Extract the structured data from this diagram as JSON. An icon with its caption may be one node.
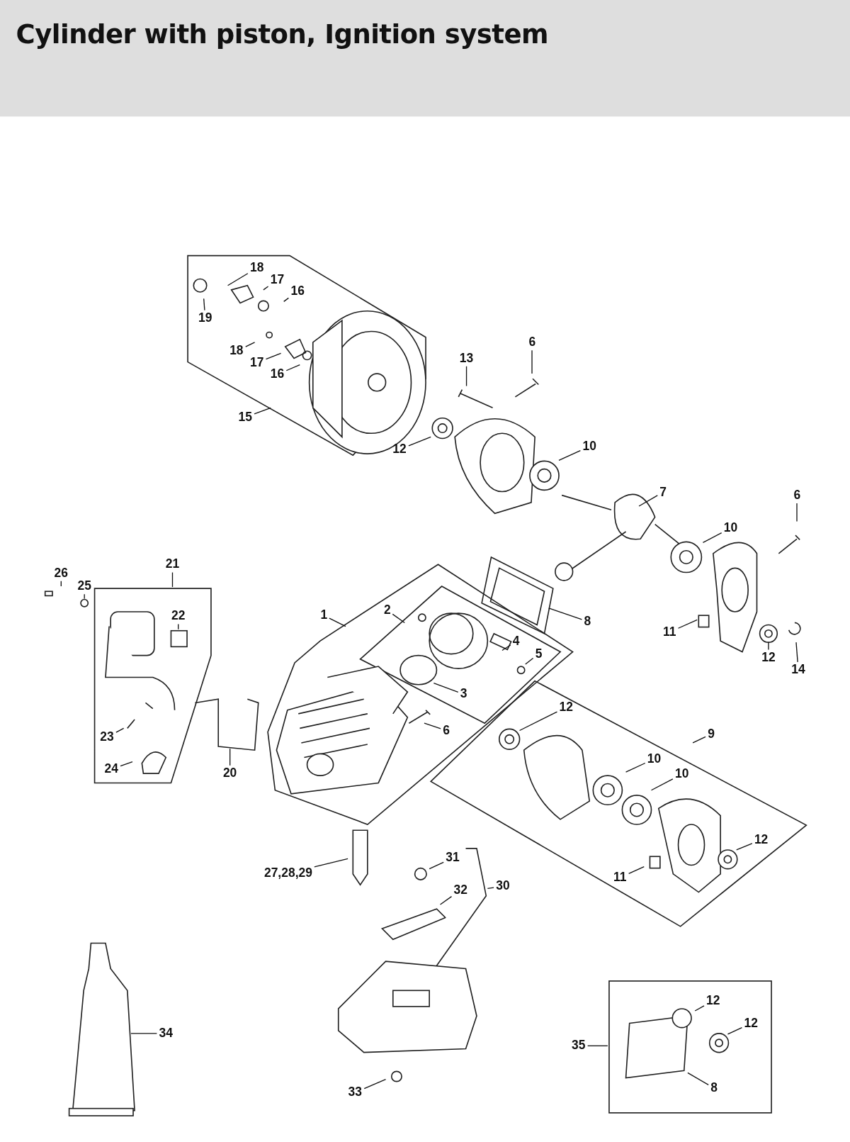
{
  "diagram": {
    "title": "Cylinder with piston, Ignition system",
    "nodes": [
      {
        "text": [
          "18"
        ]
      },
      {
        "text": [
          "17"
        ]
      },
      {
        "text": [
          "16"
        ]
      },
      {
        "text": [
          "19"
        ]
      },
      {
        "text": [
          "18"
        ]
      },
      {
        "text": [
          "17"
        ]
      },
      {
        "text": [
          "16"
        ]
      },
      {
        "text": [
          "6"
        ]
      },
      {
        "text": [
          "13"
        ]
      },
      {
        "text": [
          "15"
        ]
      },
      {
        "text": [
          "12"
        ]
      },
      {
        "text": [
          "10"
        ]
      },
      {
        "text": [
          "7"
        ]
      },
      {
        "text": [
          "6"
        ]
      },
      {
        "text": [
          "10"
        ]
      },
      {
        "text": [
          "21"
        ]
      },
      {
        "text": [
          "26"
        ]
      },
      {
        "text": [
          "25"
        ]
      },
      {
        "text": [
          "22"
        ]
      },
      {
        "text": [
          "8"
        ]
      },
      {
        "text": [
          "1"
        ]
      },
      {
        "text": [
          "2"
        ]
      },
      {
        "text": [
          "11"
        ]
      },
      {
        "text": [
          "4"
        ]
      },
      {
        "text": [
          "12"
        ]
      },
      {
        "text": [
          "14"
        ]
      },
      {
        "text": [
          "5"
        ]
      },
      {
        "text": [
          "3"
        ]
      },
      {
        "text": [
          "12"
        ]
      },
      {
        "text": [
          "6"
        ]
      },
      {
        "text": [
          "9"
        ]
      },
      {
        "text": [
          "23"
        ]
      },
      {
        "text": [
          "10"
        ]
      },
      {
        "text": [
          "20"
        ]
      },
      {
        "text": [
          "24"
        ]
      },
      {
        "text": [
          "10"
        ]
      },
      {
        "text": [
          "12"
        ]
      },
      {
        "text": [
          "31"
        ]
      },
      {
        "text": [
          "27,28,29"
        ]
      },
      {
        "text": [
          "11"
        ]
      },
      {
        "text": [
          "30"
        ]
      },
      {
        "text": [
          "32"
        ]
      },
      {
        "text": [
          "12"
        ]
      },
      {
        "text": [
          "12"
        ]
      },
      {
        "text": [
          "34"
        ]
      },
      {
        "text": [
          "35"
        ]
      },
      {
        "text": [
          "8"
        ]
      },
      {
        "text": [
          "33"
        ]
      }
    ],
    "edges": [
      {
        "from": 0,
        "to": null,
        "arrow": "none"
      },
      {
        "from": 1,
        "to": null,
        "arrow": "none"
      },
      {
        "from": 2,
        "to": null,
        "arrow": "none"
      },
      {
        "from": 3,
        "to": null,
        "arrow": "none"
      },
      {
        "from": 4,
        "to": null,
        "arrow": "none"
      },
      {
        "from": 5,
        "to": null,
        "arrow": "none"
      },
      {
        "from": 6,
        "to": null,
        "arrow": "none"
      },
      {
        "from": 7,
        "to": null,
        "arrow": "none"
      },
      {
        "from": 8,
        "to": null,
        "arrow": "none"
      },
      {
        "from": 9,
        "to": null,
        "arrow": "none"
      },
      {
        "from": 10,
        "to": null,
        "arrow": "none"
      },
      {
        "from": 11,
        "to": null,
        "arrow": "none"
      },
      {
        "from": 12,
        "to": null,
        "arrow": "none"
      },
      {
        "from": 13,
        "to": null,
        "arrow": "none"
      },
      {
        "from": 14,
        "to": null,
        "arrow": "none"
      },
      {
        "from": 15,
        "to": null,
        "arrow": "none"
      },
      {
        "from": 16,
        "to": null,
        "arrow": "none"
      },
      {
        "from": 17,
        "to": null,
        "arrow": "none"
      },
      {
        "from": 18,
        "to": null,
        "arrow": "none"
      },
      {
        "from": 19,
        "to": null,
        "arrow": "none"
      },
      {
        "from": 20,
        "to": null,
        "arrow": "none"
      },
      {
        "from": 21,
        "to": null,
        "arrow": "none"
      },
      {
        "from": 22,
        "to": null,
        "arrow": "none"
      },
      {
        "from": 23,
        "to": null,
        "arrow": "none"
      },
      {
        "from": 24,
        "to": null,
        "arrow": "none"
      },
      {
        "from": 25,
        "to": null,
        "arrow": "none"
      },
      {
        "from": 26,
        "to": null,
        "arrow": "none"
      },
      {
        "from": 27,
        "to": null,
        "arrow": "none"
      },
      {
        "from": 28,
        "to": null,
        "arrow": "none"
      },
      {
        "from": 29,
        "to": null,
        "arrow": "none"
      },
      {
        "from": 30,
        "to": null,
        "arrow": "none"
      },
      {
        "from": 31,
        "to": null,
        "arrow": "none"
      },
      {
        "from": 32,
        "to": null,
        "arrow": "none"
      },
      {
        "from": 33,
        "to": null,
        "arrow": "none"
      },
      {
        "from": 34,
        "to": null,
        "arrow": "none"
      },
      {
        "from": 35,
        "to": null,
        "arrow": "none"
      },
      {
        "from": 36,
        "to": null,
        "arrow": "none"
      },
      {
        "from": 37,
        "to": null,
        "arrow": "none"
      },
      {
        "from": 38,
        "to": null,
        "arrow": "none"
      },
      {
        "from": 39,
        "to": null,
        "arrow": "none"
      },
      {
        "from": 40,
        "to": null,
        "arrow": "none"
      },
      {
        "from": 41,
        "to": null,
        "arrow": "none"
      },
      {
        "from": 42,
        "to": null,
        "arrow": "none"
      },
      {
        "from": 43,
        "to": null,
        "arrow": "none"
      },
      {
        "from": 44,
        "to": null,
        "arrow": "none"
      },
      {
        "from": 45,
        "to": null,
        "arrow": "none"
      },
      {
        "from": 46,
        "to": null,
        "arrow": "none"
      },
      {
        "from": 47,
        "to": null,
        "arrow": "none"
      }
    ]
  }
}
